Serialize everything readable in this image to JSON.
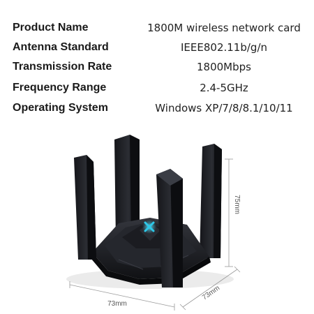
{
  "specs": [
    {
      "label": "Product Name",
      "value": "1800M wireless network card"
    },
    {
      "label": "Antenna Standard",
      "value": "IEEE802.11b/g/n"
    },
    {
      "label": "Transmission Rate",
      "value": "1800Mbps"
    },
    {
      "label": "Frequency Range",
      "value": "2.4-5GHz"
    },
    {
      "label": "Operating System",
      "value": "Windows XP/7/8/8.1/10/11"
    }
  ],
  "dimensions": {
    "height": "75mm",
    "depth": "73mm",
    "width": "73mm"
  },
  "colors": {
    "device_body": "#1c1d22",
    "logo_accent": "#2ec8e8",
    "text": "#1a1a1a",
    "dimension_lines": "#9a9a9a"
  }
}
